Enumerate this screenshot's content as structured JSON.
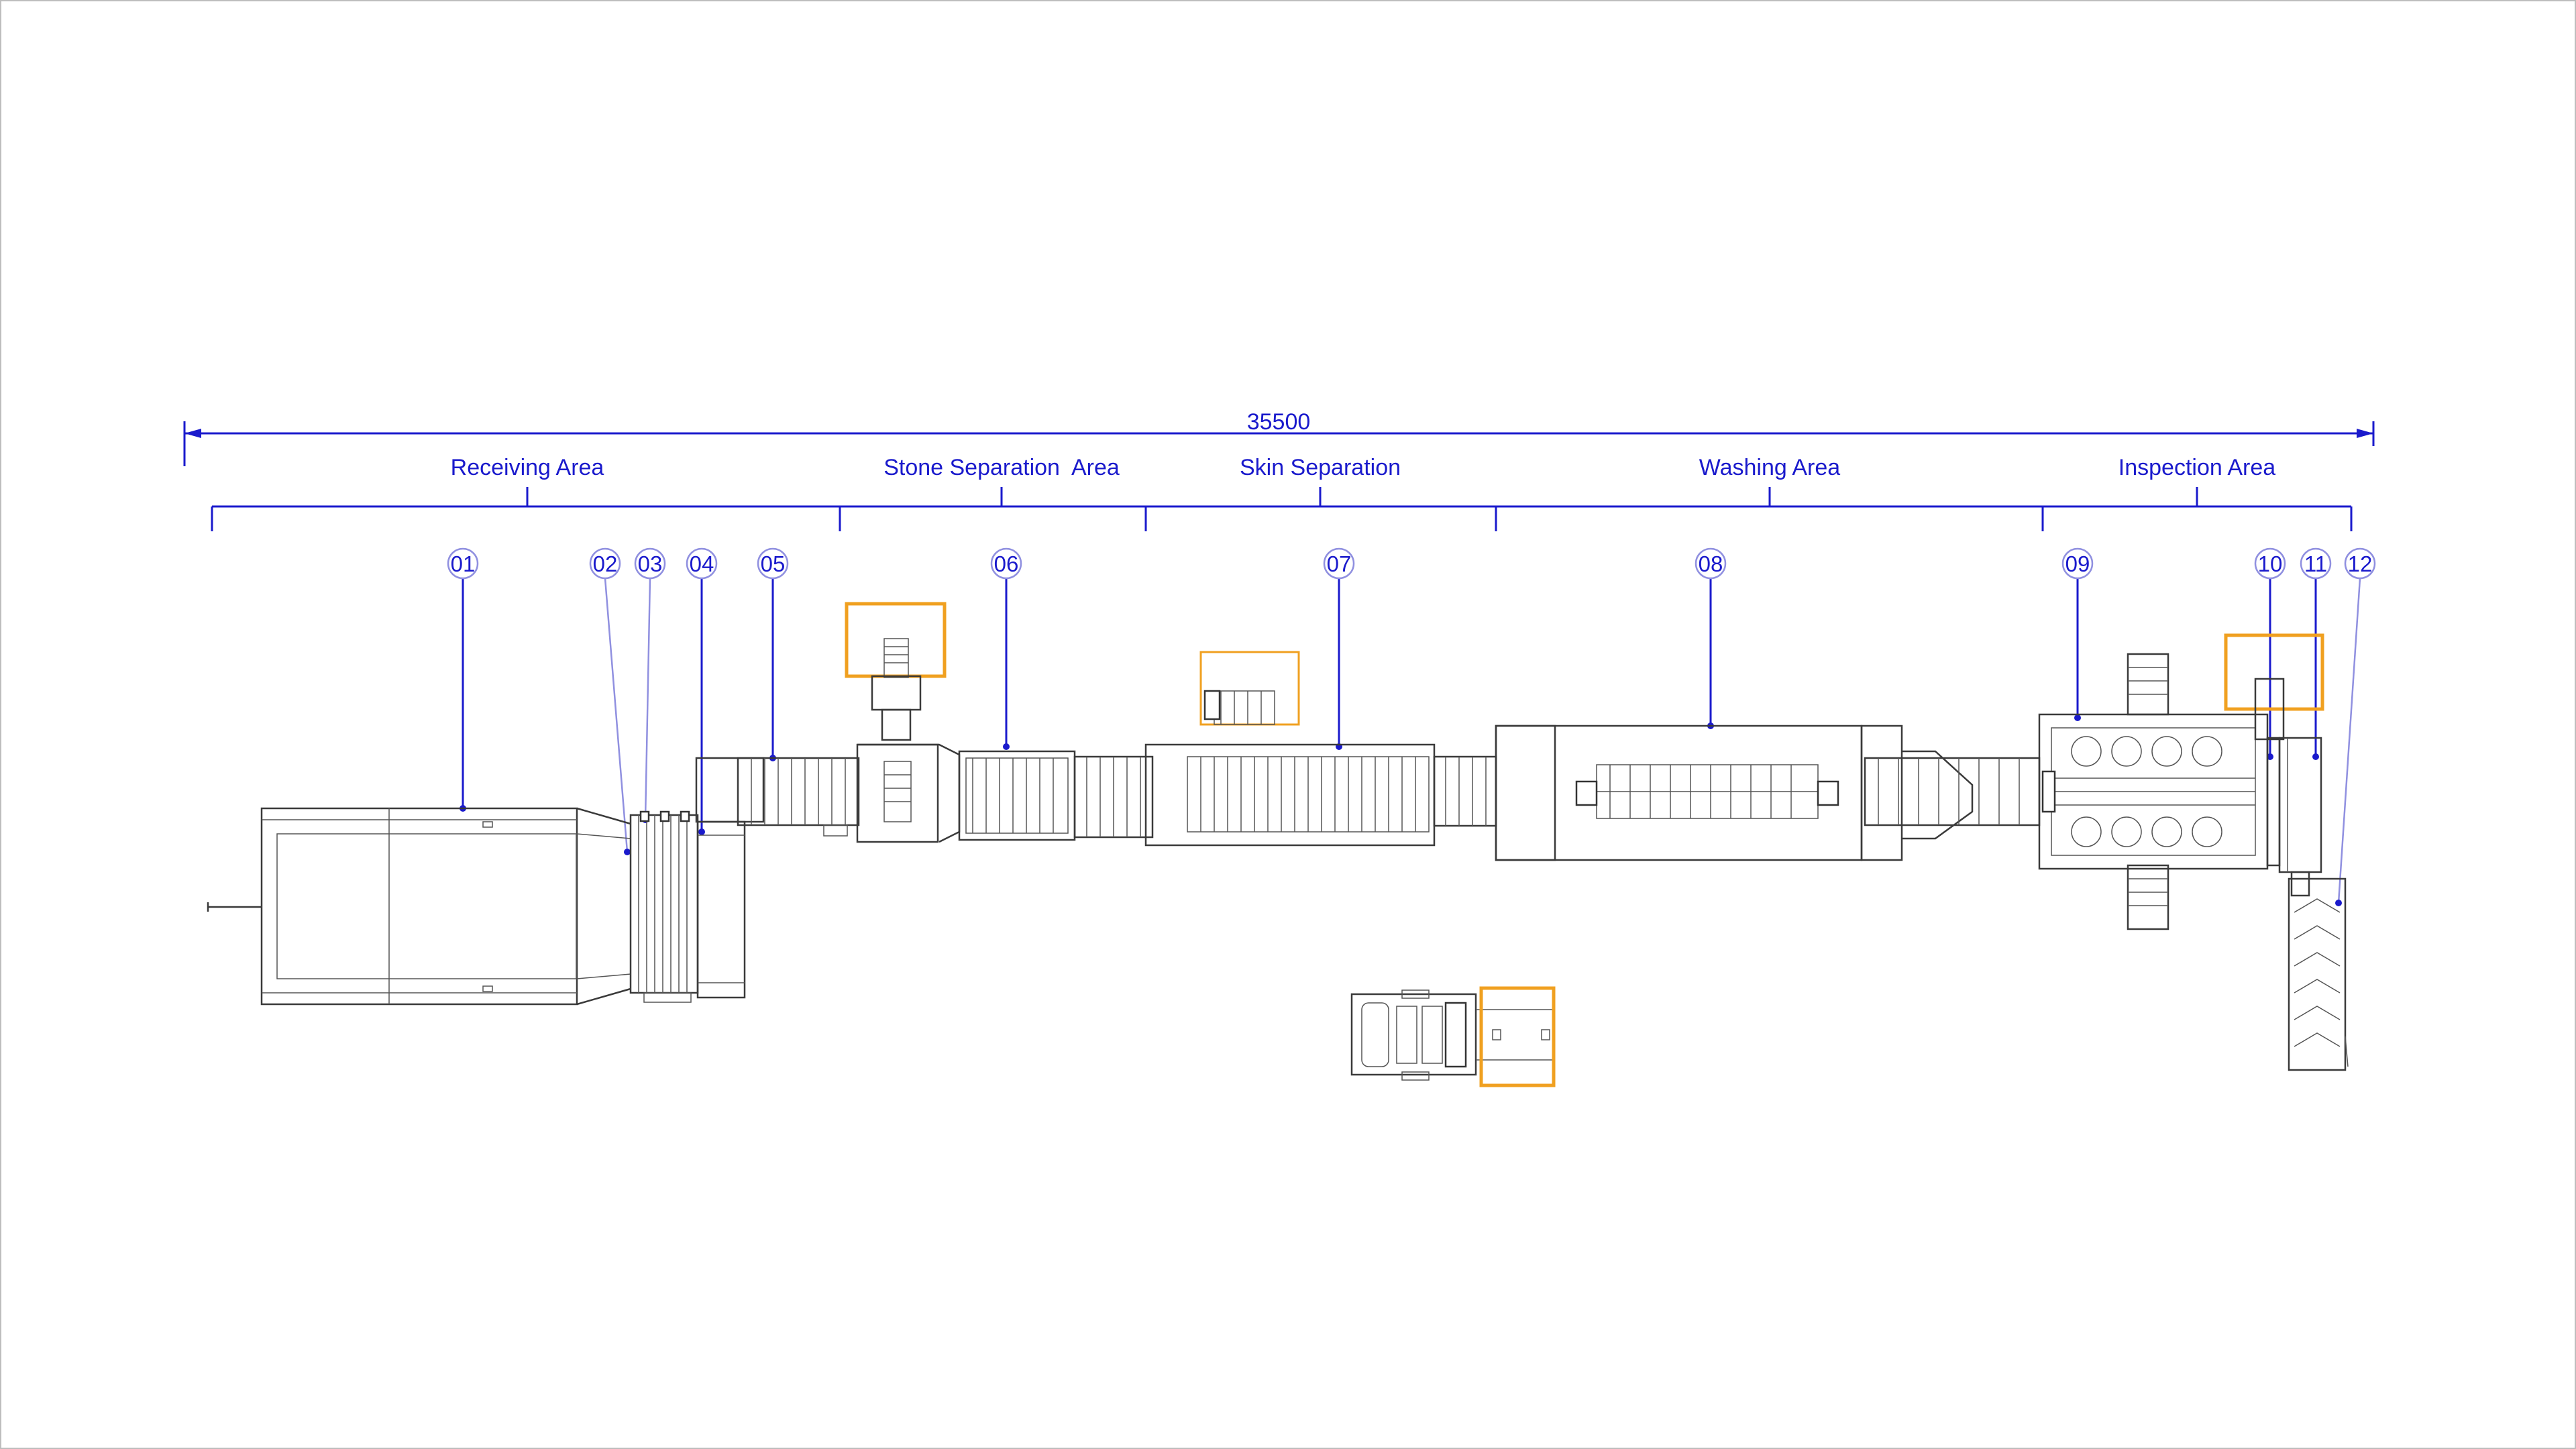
{
  "overall_dimension": "35500",
  "areas": [
    {
      "label": "Receiving Area"
    },
    {
      "label": "Stone Separation  Area"
    },
    {
      "label": "Skin Separation"
    },
    {
      "label": "Washing Area"
    },
    {
      "label": "Inspection Area"
    }
  ],
  "callouts": [
    "01",
    "02",
    "03",
    "04",
    "05",
    "06",
    "07",
    "08",
    "09",
    "10",
    "11",
    "12"
  ],
  "colors": {
    "dimension": "#1a1acc",
    "highlight": "#f0a020",
    "equipment": "#333333",
    "border": "#bdbdbd"
  }
}
